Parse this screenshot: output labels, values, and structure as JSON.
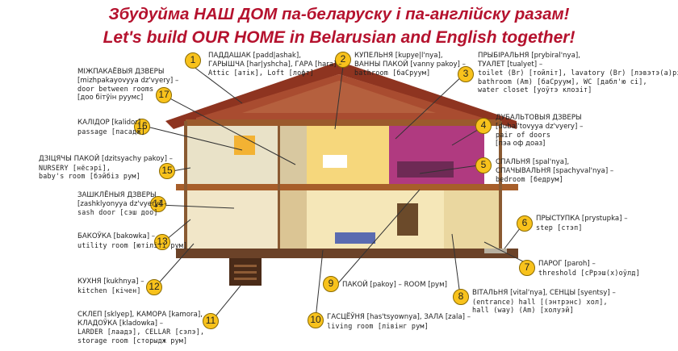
{
  "title_be": "Збудуйма НАШ ДОМ па-беларуску і па-англійску разам!",
  "title_en": "Let's build OUR HOME in Belarusian and English together!",
  "colors": {
    "title": "#b5122e",
    "badge": "#f8c21c",
    "roof": "#a33c26",
    "wall": "#f1e6c8",
    "beam": "#a75e2a"
  },
  "items": [
    {
      "n": "1",
      "lines": [
        "ПАДДАШАК [padd|ashak],",
        "ГАРЫШЧА [har|yshcha], ГАРА [hara] –",
        "Attic [атік], Loft [лофт]"
      ]
    },
    {
      "n": "2",
      "lines": [
        "КУПЕЛЬНЯ [kupye|l'nya],",
        "ВАННЫ ПАКОЙ [vanny pakoy] –",
        "bathroom [баСруум]"
      ]
    },
    {
      "n": "3",
      "lines": [
        "ПРЫБІРАЛЬНЯ [prybiral'nya],",
        "ТУАЛЕТ [tualyet] –",
        "toilet (Br) [тойліт], lavatory (Br) [лэвэтэ(а)рі],",
        "bathroom (Am) [баСруум], WC [дабл'ю сі],",
        "water closet [уоўтэ клозіт]"
      ]
    },
    {
      "n": "4",
      "lines": [
        "ДУБАЛЬТОВЫЯ ДЗВЕРЫ",
        "[dubal'tovyya dz'vyery] –",
        "pair of doors",
        "[пэа оф доаз]"
      ]
    },
    {
      "n": "5",
      "lines": [
        "СПАЛЬНЯ [spal'nya],",
        "СПАЧЫВАЛЬНЯ [spachyval'nya] –",
        "bedroom [бедрум]"
      ]
    },
    {
      "n": "6",
      "lines": [
        "ПРЫСТУПКА [prystupka] –",
        "step [стэп]"
      ]
    },
    {
      "n": "7",
      "lines": [
        "ПАРОГ [paroh] –",
        "threshold [сPрэш(х)оўлд]"
      ]
    },
    {
      "n": "8",
      "lines": [
        "ВІТАЛЬНЯ [vital'nya], СЕНЦЫ [syentsy] –",
        "(entrance) hall [(энтрэнс) хол],",
        "hall (way) (Am) [холуэй]"
      ]
    },
    {
      "n": "9",
      "lines": [
        "ПАКОЙ [pakoy] – ROOM [рум]"
      ]
    },
    {
      "n": "10",
      "lines": [
        "ГАСЦЁЎНЯ [has'tsyownya], ЗАЛА [zala] –",
        "living room [лівінг рум]"
      ]
    },
    {
      "n": "11",
      "lines": [
        "СКЛЕП [sklyep], КАМОРА [kamora],",
        "КЛАДОЎКА [kladowka] –",
        "LARDER [лаадэ], CELLAR [сэлэ],",
        "storage room [сторыдж рум]"
      ]
    },
    {
      "n": "12",
      "lines": [
        "КУХНЯ [kukhnya] –",
        "kitchen [кічен]"
      ]
    },
    {
      "n": "13",
      "lines": [
        "БАКОЎКА [bakowka] –",
        "utility room [ютіліті рум]"
      ]
    },
    {
      "n": "14",
      "lines": [
        "ЗАШКЛЁНЫЯ ДЗВЕРЫ",
        "[zashklyonyya dz'vyery] –",
        "sash door [сэш доо]"
      ]
    },
    {
      "n": "15",
      "lines": [
        "ДЗІЦЯЧЫ ПАКОЙ [dzitsyachy pakoy] –",
        "NURSERY [нёсэрі],",
        "baby's room [бэйбіз рум]"
      ]
    },
    {
      "n": "16",
      "lines": [
        "КАЛІДОР [kalidor] –",
        "passage [пасадж]"
      ]
    },
    {
      "n": "17",
      "lines": [
        "МІЖПАКАЁВЫЯ ДЗВЕРЫ",
        "[mizhpakayovyya dz'vyery] –",
        "door between rooms",
        "[доо бітўін руумс]"
      ]
    }
  ]
}
